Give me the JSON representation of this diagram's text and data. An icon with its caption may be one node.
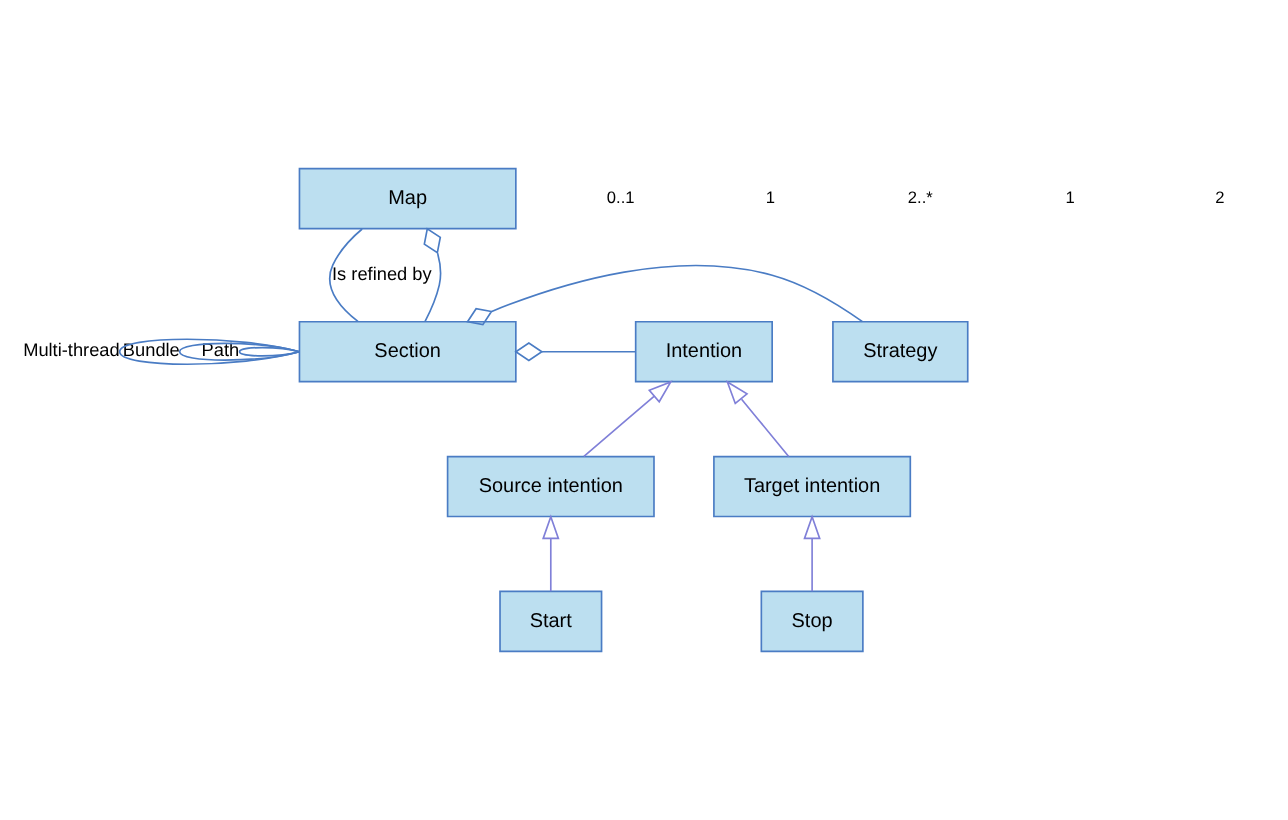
{
  "diagram": {
    "nodes": [
      {
        "text": [
          "Map"
        ]
      },
      {
        "text": [
          "Section"
        ]
      },
      {
        "text": [
          "Strategy"
        ]
      },
      {
        "text": [
          "Intention"
        ]
      },
      {
        "text": [
          "Source intention"
        ]
      },
      {
        "text": [
          "Target intention"
        ]
      },
      {
        "text": [
          "Start"
        ]
      },
      {
        "text": [
          "Stop"
        ]
      }
    ],
    "edges": [
      {
        "from": 0,
        "to": 1,
        "arrow": "none",
        "label": "Is refined by"
      },
      {
        "from": 0,
        "to": 1,
        "arrow": "other"
      },
      {
        "from": 1,
        "to": 1,
        "arrow": "none",
        "label": "Path"
      },
      {
        "from": 1,
        "to": 1,
        "arrow": "none",
        "label": "Bundle"
      },
      {
        "from": 1,
        "to": 1,
        "arrow": "none",
        "label": "Multi-thread"
      },
      {
        "from": 1,
        "to": 2,
        "arrow": "other"
      },
      {
        "from": 1,
        "to": 3,
        "arrow": "other"
      },
      {
        "from": 4,
        "to": 3,
        "arrow": "to",
        "color": "#8080d8"
      },
      {
        "from": 5,
        "to": 3,
        "arrow": "to",
        "color": "#8080d8"
      },
      {
        "from": 6,
        "to": 4,
        "arrow": "to",
        "color": "#8080d8"
      },
      {
        "from": 7,
        "to": 5,
        "arrow": "to",
        "color": "#8080d8"
      }
    ],
    "labels": [
      "0..1",
      "1",
      "2..*",
      "1",
      "2"
    ]
  }
}
